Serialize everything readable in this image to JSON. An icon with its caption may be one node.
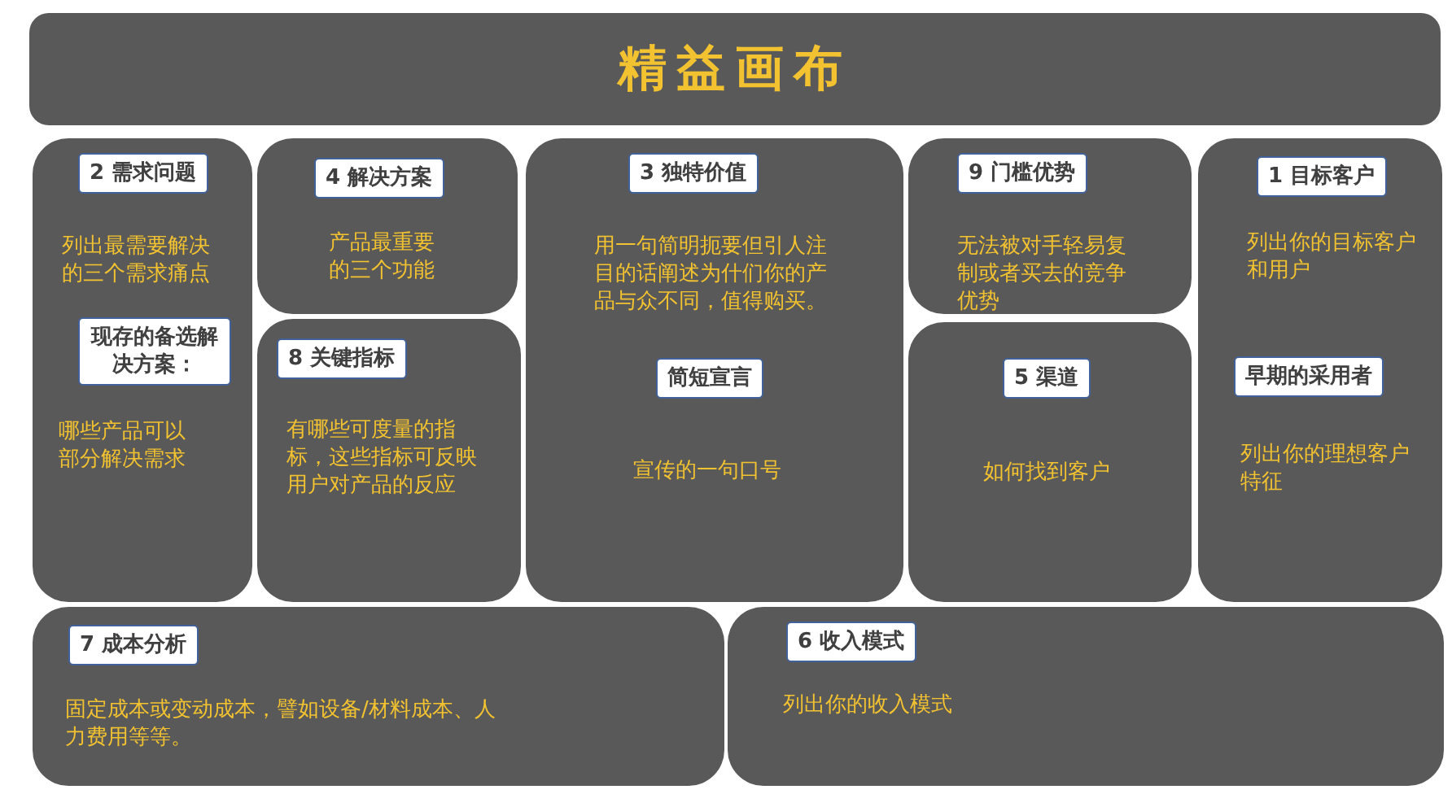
{
  "diagram": {
    "title": "精益画布",
    "nodes": [
      {
        "text": [
          "列出最需要解决的三个需求痛点",
          "哪些产品可以部分解决需求"
        ]
      },
      {
        "text": [
          "2 需求问题"
        ],
        "in": 0
      },
      {
        "text": [
          "现存的备选解决方案："
        ],
        "in": 0
      },
      {
        "text": [
          "产品最重要的三个功能"
        ]
      },
      {
        "text": [
          "4 解决方案"
        ],
        "in": 3
      },
      {
        "text": [
          "有哪些可度量的指标，这些指标可反映用户对产品的反应"
        ]
      },
      {
        "text": [
          "8 关键指标"
        ],
        "in": 5
      },
      {
        "text": [
          "用一句简明扼要但引人注目的话阐述为什们你的产品与众不同，值得购买。",
          "宣传的一句口号"
        ]
      },
      {
        "text": [
          "3 独特价值"
        ],
        "in": 7
      },
      {
        "text": [
          "简短宣言"
        ],
        "in": 7
      },
      {
        "text": [
          "无法被对手轻易复制或者买去的竞争优势"
        ]
      },
      {
        "text": [
          "9 门槛优势"
        ],
        "in": 10
      },
      {
        "text": [
          "如何找到客户"
        ]
      },
      {
        "text": [
          "5 渠道"
        ],
        "in": 12
      },
      {
        "text": [
          "列出你的目标客户和用户",
          "列出你的理想客户特征"
        ]
      },
      {
        "text": [
          "1 目标客户"
        ],
        "in": 14
      },
      {
        "text": [
          "早期的采用者"
        ],
        "in": 14
      },
      {
        "text": [
          "固定成本或变动成本，譬如设备/材料成本、人力费用等等。"
        ]
      },
      {
        "text": [
          "7 成本分析"
        ],
        "in": 17
      },
      {
        "text": [
          "列出你的收入模式"
        ]
      },
      {
        "text": [
          "6 收入模式"
        ],
        "in": 19
      }
    ],
    "edges": []
  }
}
